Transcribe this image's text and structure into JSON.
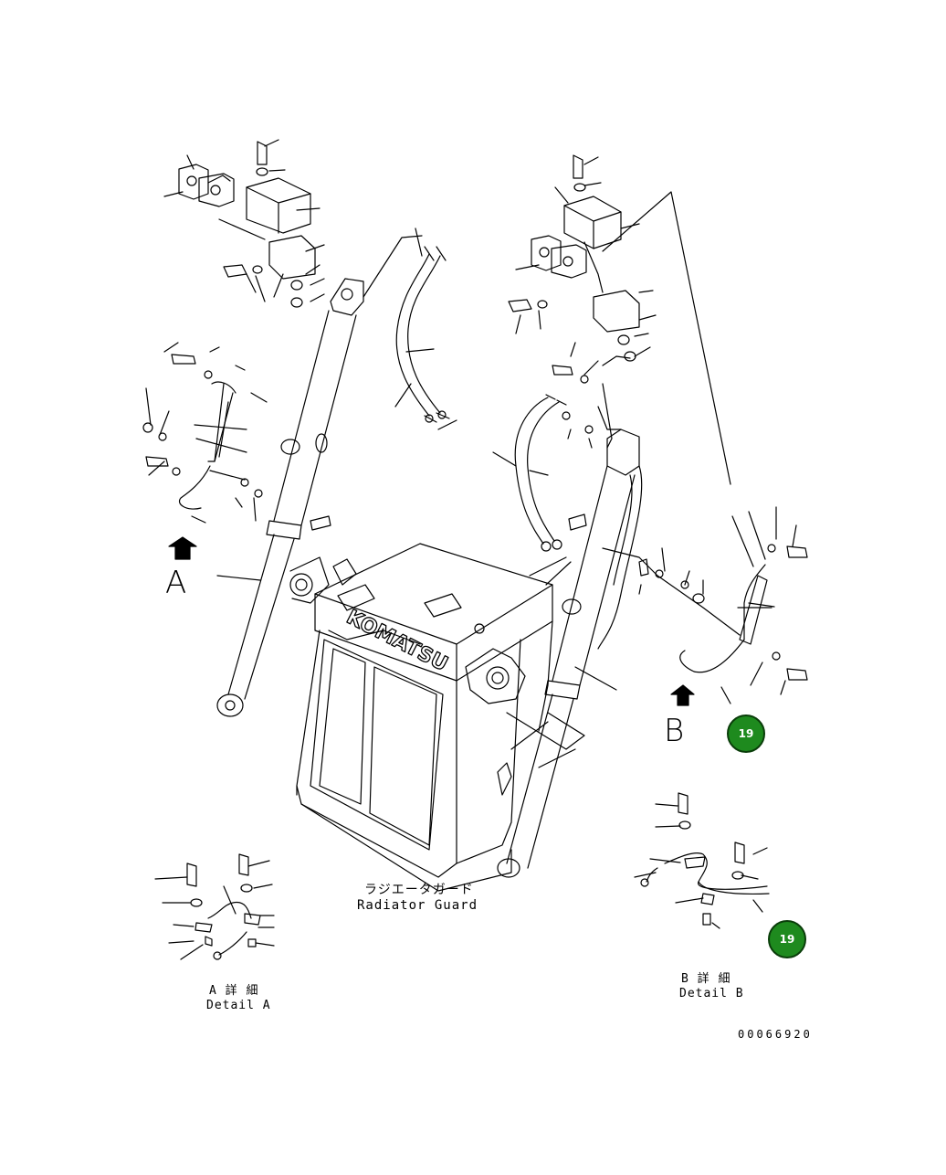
{
  "detail_labels": {
    "a": "A",
    "b": "B"
  },
  "caption": {
    "jp": "ラジエータガード",
    "en": "Radiator Guard"
  },
  "detail_a_caption": {
    "jp": "A 詳 細",
    "en": "Detail A"
  },
  "detail_b_caption": {
    "jp": "B 詳 細",
    "en": "Detail B"
  },
  "drawing_number": "00066920",
  "brand": "KOMATSU",
  "callouts": [
    {
      "label": "19",
      "color": "#1e8a1e",
      "ring": "#0a3d0a",
      "text_color": "#ffffff"
    },
    {
      "label": "19",
      "color": "#1e8a1e",
      "ring": "#0a3d0a",
      "text_color": "#ffffff"
    }
  ]
}
